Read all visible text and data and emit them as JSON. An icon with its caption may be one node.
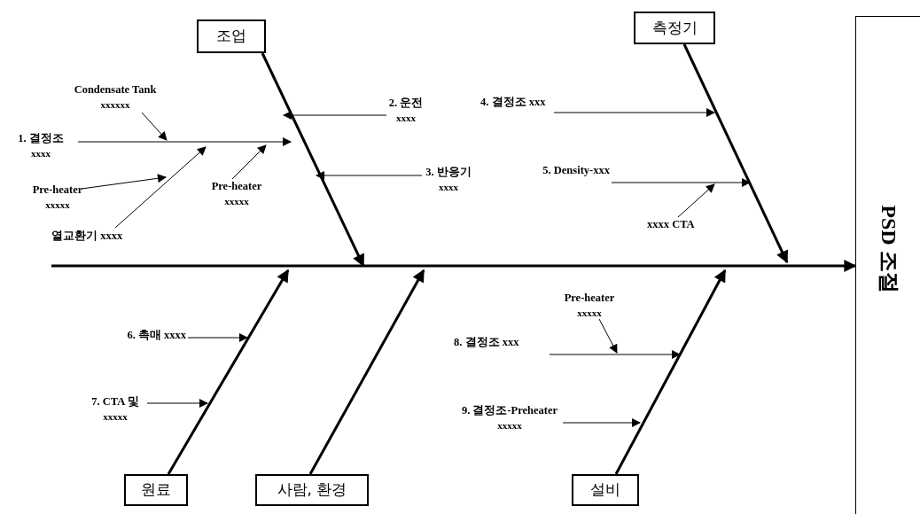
{
  "diagram": {
    "nodes": [
      {
        "text": [
          "조업"
        ]
      },
      {
        "text": [
          "측정기"
        ]
      },
      {
        "text": [
          "원료"
        ]
      },
      {
        "text": [
          "사람, 환경"
        ]
      },
      {
        "text": [
          "설비"
        ]
      },
      {
        "text": [
          "PSD 조절"
        ]
      },
      {
        "text": [
          "Condensate Tank",
          "xxxxxx"
        ]
      },
      {
        "text": [
          "1. 결정조",
          "xxxx"
        ]
      },
      {
        "text": [
          "Pre-heater",
          "xxxxx"
        ]
      },
      {
        "text": [
          "열교환기 xxxx"
        ]
      },
      {
        "text": [
          "Pre-heater",
          "xxxxx"
        ]
      },
      {
        "text": [
          "2. 운전",
          "xxxx"
        ]
      },
      {
        "text": [
          "3. 반응기",
          "xxxx"
        ]
      },
      {
        "text": [
          "4. 결정조 xxx"
        ]
      },
      {
        "text": [
          "5. Density-xxx"
        ]
      },
      {
        "text": [
          "xxxx CTA"
        ]
      },
      {
        "text": [
          "6. 촉매 xxxx"
        ]
      },
      {
        "text": [
          "7. CTA 및",
          "xxxxx"
        ]
      },
      {
        "text": [
          "Pre-heater",
          "xxxxx"
        ]
      },
      {
        "text": [
          "8. 결정조 xxx"
        ]
      },
      {
        "text": [
          "9. 결정조-Preheater",
          "xxxxx"
        ]
      }
    ],
    "edges": [
      {
        "from": null,
        "to": 5,
        "arrow": "to",
        "style": "thick"
      },
      {
        "from": 0,
        "to": null,
        "arrow": "to",
        "style": "thick"
      },
      {
        "from": 1,
        "to": null,
        "arrow": "to",
        "style": "thick"
      },
      {
        "from": 2,
        "to": null,
        "arrow": "to",
        "style": "thick"
      },
      {
        "from": 3,
        "to": null,
        "arrow": "to",
        "style": "thick"
      },
      {
        "from": 4,
        "to": null,
        "arrow": "to",
        "style": "thick"
      },
      {
        "from": 6,
        "to": null,
        "arrow": "to"
      },
      {
        "from": 7,
        "to": null,
        "arrow": "to"
      },
      {
        "from": 8,
        "to": null,
        "arrow": "to"
      },
      {
        "from": 9,
        "to": null,
        "arrow": "to"
      },
      {
        "from": 10,
        "to": null,
        "arrow": "to"
      },
      {
        "from": 11,
        "to": null,
        "arrow": "to"
      },
      {
        "from": 12,
        "to": null,
        "arrow": "to"
      },
      {
        "from": 13,
        "to": null,
        "arrow": "to"
      },
      {
        "from": 14,
        "to": null,
        "arrow": "to"
      },
      {
        "from": 15,
        "to": null,
        "arrow": "to"
      },
      {
        "from": 16,
        "to": null,
        "arrow": "to"
      },
      {
        "from": 17,
        "to": null,
        "arrow": "to"
      },
      {
        "from": 18,
        "to": null,
        "arrow": "to"
      },
      {
        "from": 19,
        "to": null,
        "arrow": "to"
      },
      {
        "from": 20,
        "to": null,
        "arrow": "to"
      }
    ]
  }
}
